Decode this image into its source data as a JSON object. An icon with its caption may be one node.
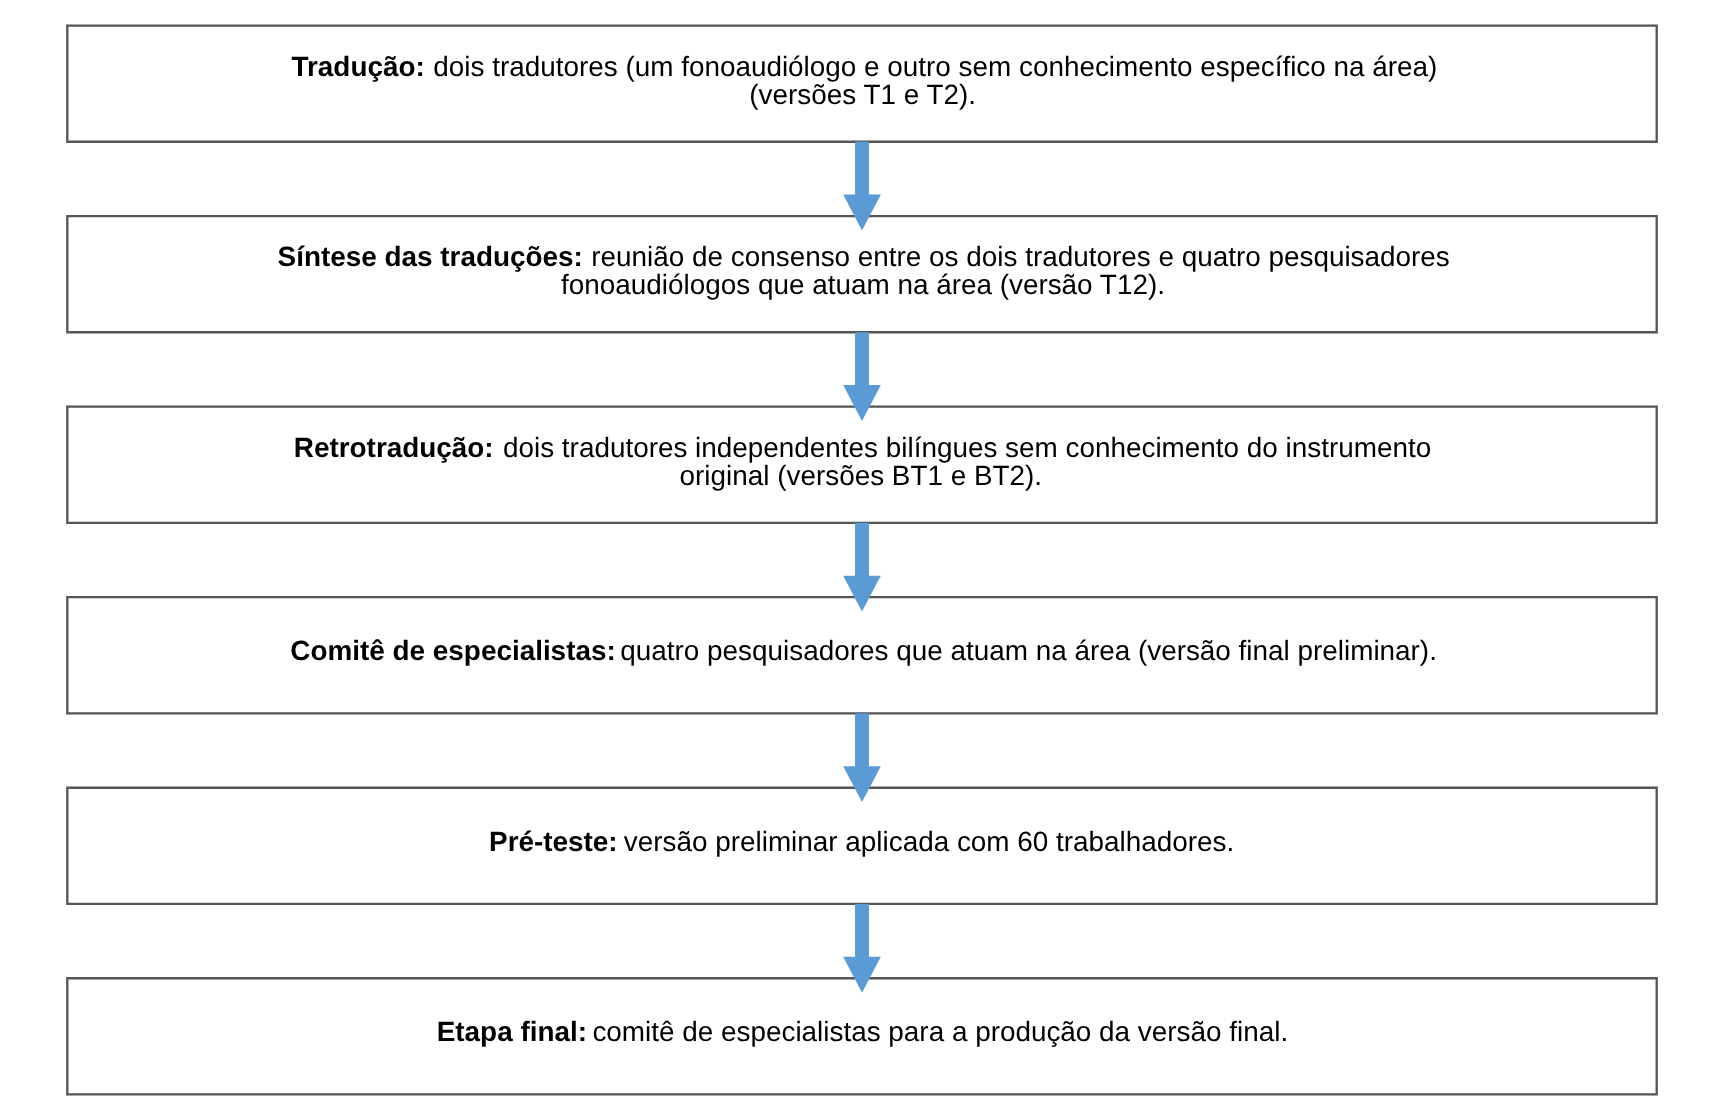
{
  "diagram": {
    "nodes": [
      {
        "text": [
          "**Tradução:** dois tradutores (um fonoaudiólogo e outro sem conhecimento específico na área) (versões T1 e T2)."
        ]
      },
      {
        "text": [
          "**Síntese das traduções:** reunião de consenso entre os dois tradutores e quatro pesquisadores fonoaudiólogos que atuam na área (versão T12)."
        ]
      },
      {
        "text": [
          "**Retrotradução:** dois tradutores independentes bilíngues sem conhecimento do instrumento original (versões BT1 e BT2)."
        ]
      },
      {
        "text": [
          "**Comitê de especialistas:** quatro pesquisadores que atuam na área (versão final preliminar)."
        ]
      },
      {
        "text": [
          "**Pré-teste:** versão preliminar aplicada com 60 trabalhadores."
        ]
      },
      {
        "text": [
          "**Etapa final:** comitê de especialistas para a produção da versão final."
        ]
      }
    ],
    "edges": [
      {
        "from": 0,
        "to": 1,
        "arrow": "to"
      },
      {
        "from": 1,
        "to": 2,
        "arrow": "to"
      },
      {
        "from": 2,
        "to": 3,
        "arrow": "to"
      },
      {
        "from": 3,
        "to": 4,
        "arrow": "to"
      },
      {
        "from": 4,
        "to": 5,
        "arrow": "to"
      }
    ]
  }
}
